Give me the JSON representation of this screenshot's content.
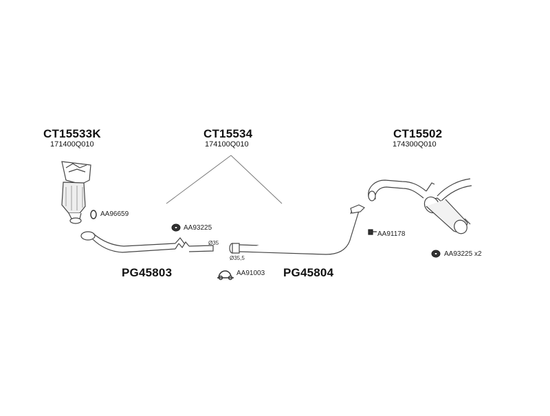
{
  "parts": {
    "cat1": {
      "number": "CT15533K",
      "oem": "171400Q010"
    },
    "cat2": {
      "number": "CT15534",
      "oem": "174100Q010"
    },
    "rear": {
      "number": "CT15502",
      "oem": "174300Q010"
    },
    "front_pipe": {
      "number": "PG45803"
    },
    "mid_pipe": {
      "number": "PG45804"
    }
  },
  "fittings": {
    "gasket_cat": "AA96659",
    "mount_mid": "AA93225",
    "clamp": "AA91003",
    "mount_rear_hanger": "AA91178",
    "mount_rear": "AA93225",
    "mount_rear_qty": "x2"
  },
  "diameters": {
    "front_end": "Ø35",
    "mid_start": "Ø35,5"
  },
  "colors": {
    "line": "#555555",
    "text": "#111111"
  }
}
